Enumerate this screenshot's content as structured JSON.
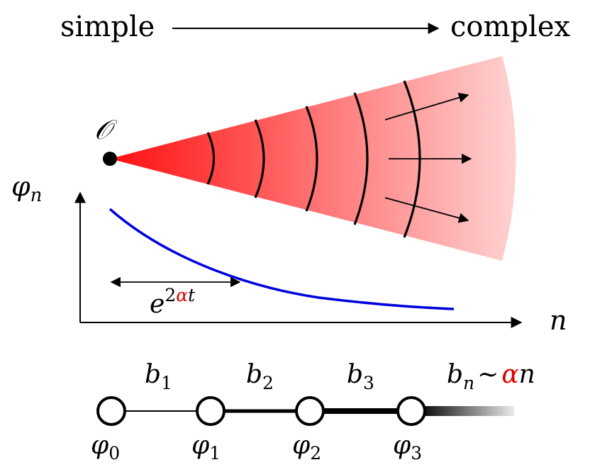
{
  "header": {
    "left_label": "simple",
    "right_label": "complex"
  },
  "origin": {
    "label": "𝒪"
  },
  "plot": {
    "ylabel_base": "φ",
    "ylabel_sub": "n",
    "xlabel": "n",
    "width_label_base": "e",
    "width_label_sup_num": "2",
    "width_label_sup_alpha": "α",
    "width_label_sup_t": "t"
  },
  "chain": {
    "sites": [
      {
        "base": "φ",
        "sub": "0"
      },
      {
        "base": "φ",
        "sub": "1"
      },
      {
        "base": "φ",
        "sub": "2"
      },
      {
        "base": "φ",
        "sub": "3"
      }
    ],
    "bonds": [
      {
        "base": "b",
        "sub": "1"
      },
      {
        "base": "b",
        "sub": "2"
      },
      {
        "base": "b",
        "sub": "3"
      }
    ],
    "asymptotic": {
      "base": "b",
      "sub": "n",
      "sim": "∼",
      "alpha": "α",
      "n": "n"
    }
  },
  "colors": {
    "wedge_start": "#ff1a1a",
    "wedge_end": "#ffd9d9",
    "curve": "#0000dd",
    "alpha": "#e00000",
    "ink": "#000000"
  }
}
